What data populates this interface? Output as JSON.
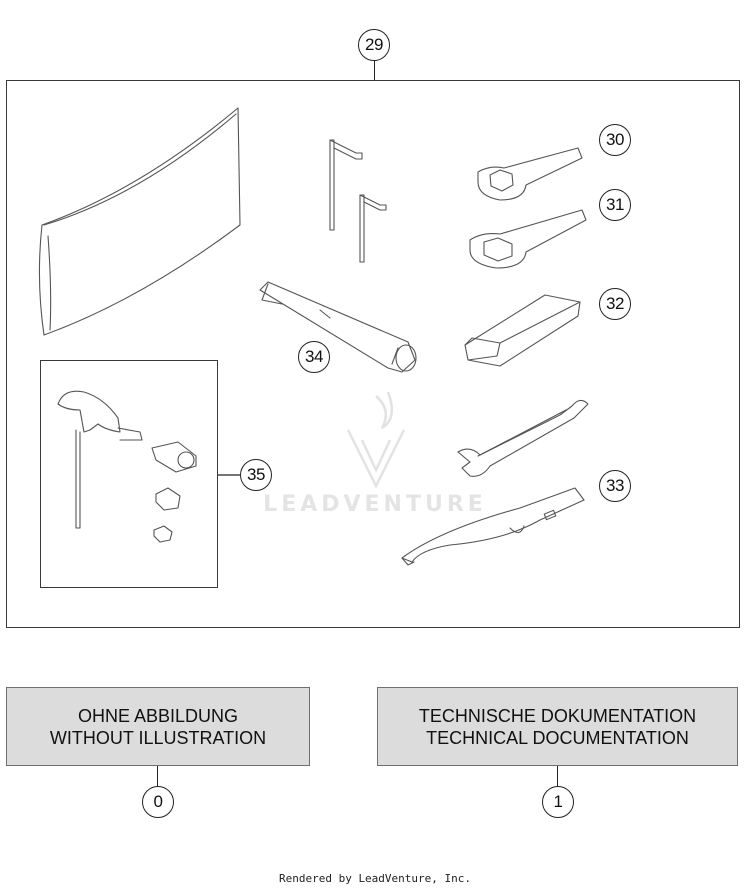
{
  "diagram": {
    "group_callout": "29",
    "callouts": {
      "c30": "30",
      "c31": "31",
      "c32": "32",
      "c33": "33",
      "c34": "34",
      "c35": "35"
    }
  },
  "watermark": {
    "text": "LEADVENTURE"
  },
  "without_illustration": {
    "line1": "OHNE ABBILDUNG",
    "line2": "WITHOUT ILLUSTRATION",
    "callout": "0"
  },
  "technical_documentation": {
    "line1": "TECHNISCHE DOKUMENTATION",
    "line2": "TECHNICAL DOCUMENTATION",
    "callout": "1"
  },
  "footer": {
    "text": "Rendered by LeadVenture, Inc."
  }
}
